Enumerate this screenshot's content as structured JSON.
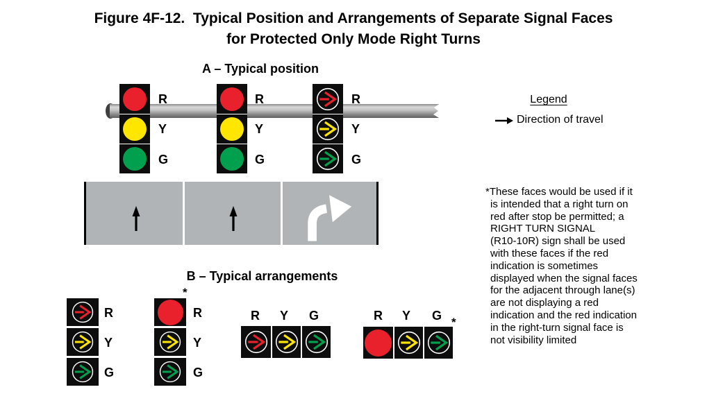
{
  "title": {
    "line1": "Figure 4F-12.  Typical Position and Arrangements of Separate Signal Faces",
    "line2": "for Protected Only Mode Right Turns"
  },
  "labels": {
    "r": "R",
    "y": "Y",
    "g": "G",
    "asterisk": "*"
  },
  "section_a": {
    "heading": "A – Typical position",
    "signals": [
      {
        "name": "through-signal-1",
        "type": "ball-vertical",
        "lights": [
          "red",
          "yellow",
          "green"
        ]
      },
      {
        "name": "through-signal-2",
        "type": "ball-vertical",
        "lights": [
          "red",
          "yellow",
          "green"
        ]
      },
      {
        "name": "right-turn-signal",
        "type": "arrow-vertical",
        "lights": [
          "red-arrow",
          "yellow-arrow",
          "green-arrow"
        ]
      }
    ]
  },
  "legend": {
    "heading": "Legend",
    "item": "Direction of travel"
  },
  "roadway": {
    "lanes": [
      "through",
      "through",
      "right-turn"
    ]
  },
  "section_b": {
    "heading": "B – Typical arrangements",
    "arrangements": [
      {
        "orientation": "vertical",
        "lights": [
          "red-arrow",
          "yellow-arrow",
          "green-arrow"
        ],
        "asterisk": false
      },
      {
        "orientation": "vertical",
        "lights": [
          "red-ball",
          "yellow-arrow",
          "green-arrow"
        ],
        "asterisk": true
      },
      {
        "orientation": "horizontal",
        "lights": [
          "red-arrow",
          "yellow-arrow",
          "green-arrow"
        ],
        "asterisk": false
      },
      {
        "orientation": "horizontal",
        "lights": [
          "red-ball",
          "yellow-arrow",
          "green-arrow"
        ],
        "asterisk": true
      }
    ]
  },
  "note": {
    "text": "*These faces would be used if it\nis intended that a right turn on\nred after stop be permitted; a\nRIGHT TURN SIGNAL\n(R10-10R) sign shall be used\nwith these faces if the red\nindication is sometimes\ndisplayed when the signal faces\nfor the adjacent through lane(s)\nare not displaying a red\nindication and the red indication\nin the right-turn signal face is\nnot visibility limited"
  },
  "colors": {
    "signal_red": "#e8212d",
    "signal_yellow": "#ffe600",
    "signal_green": "#00a04e",
    "road_gray": "#b1b4b6",
    "housing_black": "#0d0d0d"
  }
}
